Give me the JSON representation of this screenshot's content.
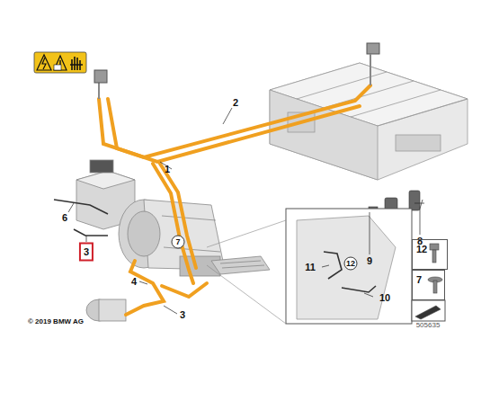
{
  "diagram": {
    "nodes": [
      {
        "text": [
          "12"
        ]
      },
      {
        "text": [
          "7"
        ]
      }
    ],
    "labels": [
      "2",
      "1",
      "8",
      "9",
      "6",
      "3",
      "7",
      "4",
      "3",
      "11",
      "12",
      "10",
      "© 2019 BMW AG",
      "505635"
    ]
  }
}
